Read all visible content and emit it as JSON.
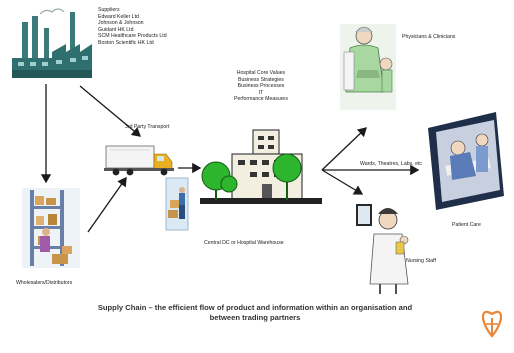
{
  "suppliers": {
    "heading": "Suppliers",
    "items": [
      "Edward Keller Ltd",
      "Johnson & Johnson",
      "Guidant HK Ltd",
      "SCM Healthcare Products Ltd",
      "Boston Scientific HK Ltd"
    ]
  },
  "nodes": {
    "third_party_transport": "3rd Party Transport",
    "hospital_core": [
      "Hospital Core Values",
      "Business Strategies",
      "Business Processes",
      "IT",
      "Performance Measures"
    ],
    "central_dc": "Central DC or Hospital Warehouse",
    "wholesalers": "Wholesalers/Distributors",
    "physicians": "Physicians & Clinicians",
    "wards": "Wards, Theatres, Labs, etc",
    "patient_care": "Patient Care",
    "nursing_staff": "Nursing Staff"
  },
  "caption": {
    "line1": "Supply Chain – the efficient flow of product and information within an organisation and",
    "line2": "between trading partners"
  },
  "colors": {
    "factory": "#2f6f6f",
    "tree_green": "#2db52d",
    "building": "#f2eee0",
    "truck_cab": "#e8b020",
    "logo": "#e8863a"
  }
}
